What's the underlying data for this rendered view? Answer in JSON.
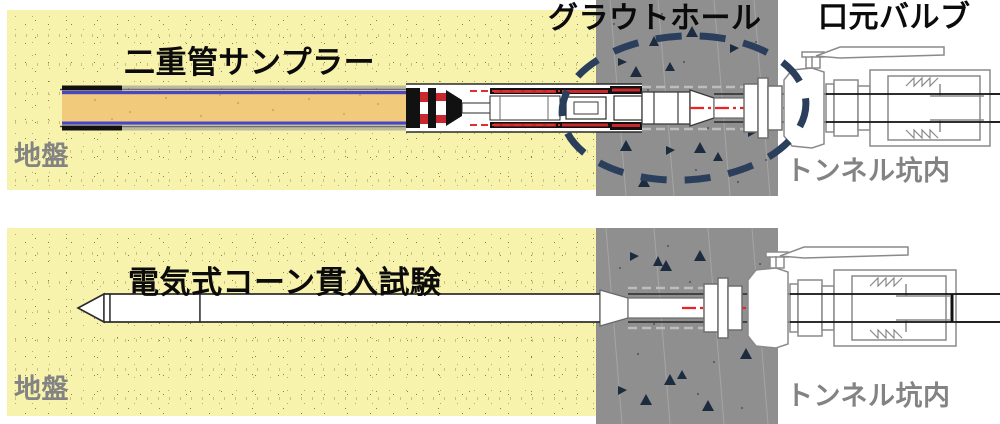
{
  "figure": {
    "title_top": "二重管サンプラー",
    "title_bottom": "電気式コーン貫入試験",
    "callout_grout": "グラウトホール",
    "callout_valve": "口元バルブ",
    "ground_label_top": "地盤",
    "ground_label_bottom": "地盤",
    "tunnel_label_top": "トンネル坑内",
    "tunnel_label_bottom": "トンネル坑内"
  },
  "colors": {
    "ground_fill": "#f7f2ac",
    "ground_speckle": "#8a7c4a",
    "grout_fill": "#8f8f8f",
    "grout_aggregate": "#1d2b3f",
    "highlight_oval": "#2b3f5c",
    "label_black": "#0b0b0b",
    "label_gray": "#838383",
    "sample_core": "#f2ca7c",
    "sample_liner": "#4a44c8",
    "steel_line": "#5a5a5a",
    "seal_red": "#e03030",
    "centerline_red": "#ee2222"
  },
  "panels": [
    {
      "id": "panel-double-tube-sampler",
      "name": "二重管サンプラー",
      "ground_label": "地盤",
      "tunnel_label": "トンネル坑内",
      "callouts": [
        "グラウトホール",
        "口元バルブ"
      ],
      "has_highlight_oval": true
    },
    {
      "id": "panel-electric-cone-penetration-test",
      "name": "電気式コーン貫入試験",
      "ground_label": "地盤",
      "tunnel_label": "トンネル坑内",
      "callouts": [],
      "has_highlight_oval": false
    }
  ]
}
